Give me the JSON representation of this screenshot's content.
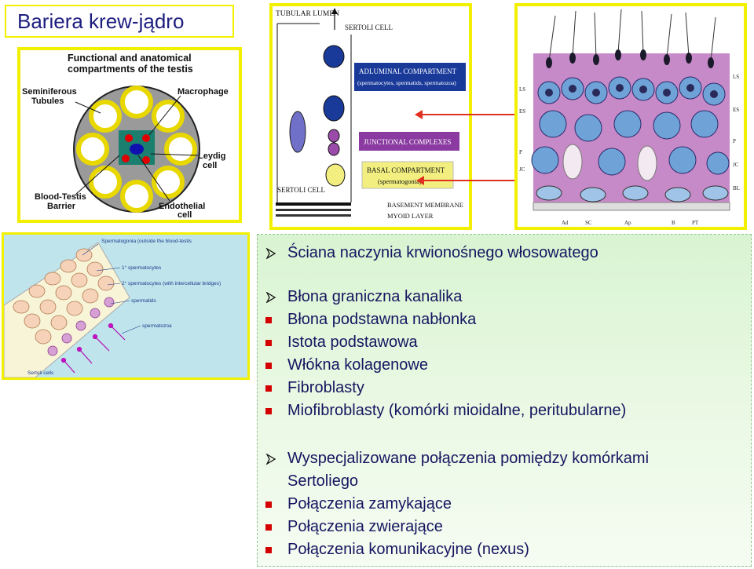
{
  "slide": {
    "title": "Bariera krew-jądro"
  },
  "figures": {
    "testis": {
      "heading_line1": "Functional and anatomical",
      "heading_line2": "compartments of the testis",
      "label_seminiferous_1": "Seminiferous",
      "label_seminiferous_2": "Tubules",
      "label_macrophage": "Macrophage",
      "label_leydig_1": "Leydig",
      "label_leydig_2": "cell",
      "label_btb_1": "Blood-Testis",
      "label_btb_2": "Barrier",
      "label_endothelial_1": "Endothelial",
      "label_endothelial_2": "cell"
    },
    "compartments": {
      "tubular_lumen": "TUBULAR LUMEN",
      "sertoli_cell_top": "SERTOLI CELL",
      "adluminal_1": "ADLUMINAL COMPARTMENT",
      "adluminal_2": "(spermatocytes, spermatids, spermatozoa)",
      "junctional": "JUNCTIONAL COMPLEXES",
      "basal_1": "BASAL COMPARTMENT",
      "basal_2": "(spermatogonia)",
      "sertoli_cell_bottom": "SERTOLI CELL",
      "basement": "BASEMENT MEMBRANE",
      "myoid": "MYOID LAYER"
    },
    "histology": {
      "left_labels": [
        "LS",
        "ES",
        "P",
        "JC"
      ],
      "right_labels": [
        "LS",
        "ES",
        "P",
        "JC",
        "BL"
      ],
      "bottom_labels": [
        "Ad",
        "SC",
        "Ap",
        "B",
        "PT"
      ]
    },
    "spermatogenesis": {
      "spermatogonia": "Spermatogonia (outside the blood-testis",
      "primary": "1° spermatocytes",
      "secondary": "2° spermatocytes  (with intercellular bridges)",
      "spermatids": "spermatids",
      "spermatozoa": "spermatozoa",
      "sertoli": "Sertoli cells"
    }
  },
  "bullets": {
    "b1": "Ściana naczynia krwionośnego włosowatego",
    "b2": "Błona graniczna kanalika",
    "b2_1": "Błona podstawna nabłonka",
    "b2_2": "Istota podstawowa",
    "b2_3": "Włókna kolagenowe",
    "b2_4": "Fibroblasty",
    "b2_5": "Miofibroblasty (komórki mioidalne, peritubularne)",
    "b3_line1": "Wyspecjalizowane połączenia pomiędzy komórkami",
    "b3_line2": "Sertoliego",
    "b3_1": "Połączenia zamykające",
    "b3_2": "Połączenia zwierające",
    "b3_3": "Połączenia komunikacyjne (nexus)"
  },
  "colors": {
    "title_text": "#1d1d80",
    "panel_border": "#f2f000",
    "bullet_square": "#d40000",
    "arrow": "#e03020"
  }
}
